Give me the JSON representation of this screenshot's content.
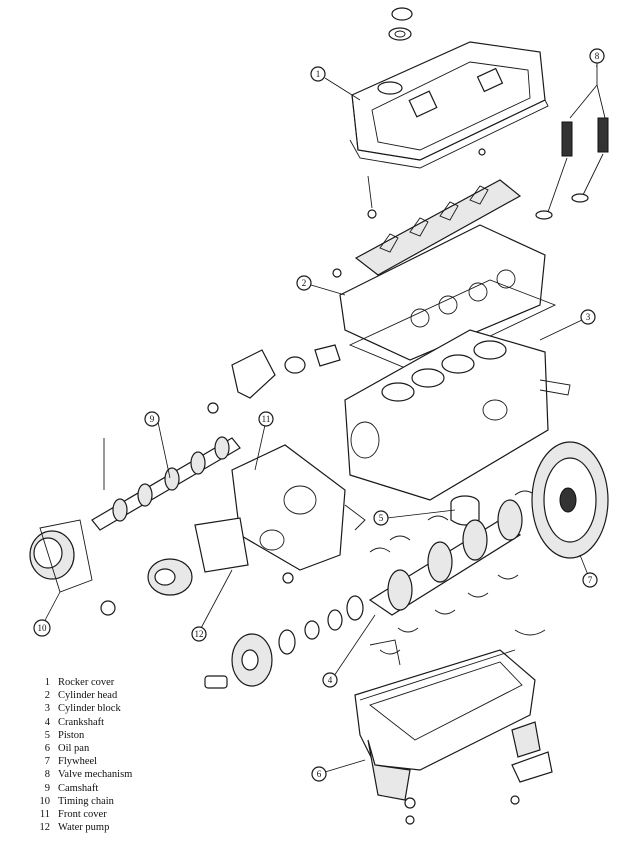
{
  "callouts": [
    "1",
    "2",
    "3",
    "4",
    "5",
    "6",
    "7",
    "8",
    "9",
    "10",
    "11",
    "12"
  ],
  "legend": [
    {
      "num": "1",
      "label": "Rocker cover"
    },
    {
      "num": "2",
      "label": "Cylinder head"
    },
    {
      "num": "3",
      "label": "Cylinder block"
    },
    {
      "num": "4",
      "label": "Crankshaft"
    },
    {
      "num": "5",
      "label": "Piston"
    },
    {
      "num": "6",
      "label": "Oil pan"
    },
    {
      "num": "7",
      "label": "Flywheel"
    },
    {
      "num": "8",
      "label": "Valve mechanism"
    },
    {
      "num": "9",
      "label": "Camshaft"
    },
    {
      "num": "10",
      "label": "Timing chain"
    },
    {
      "num": "11",
      "label": "Front cover"
    },
    {
      "num": "12",
      "label": "Water pump"
    }
  ]
}
